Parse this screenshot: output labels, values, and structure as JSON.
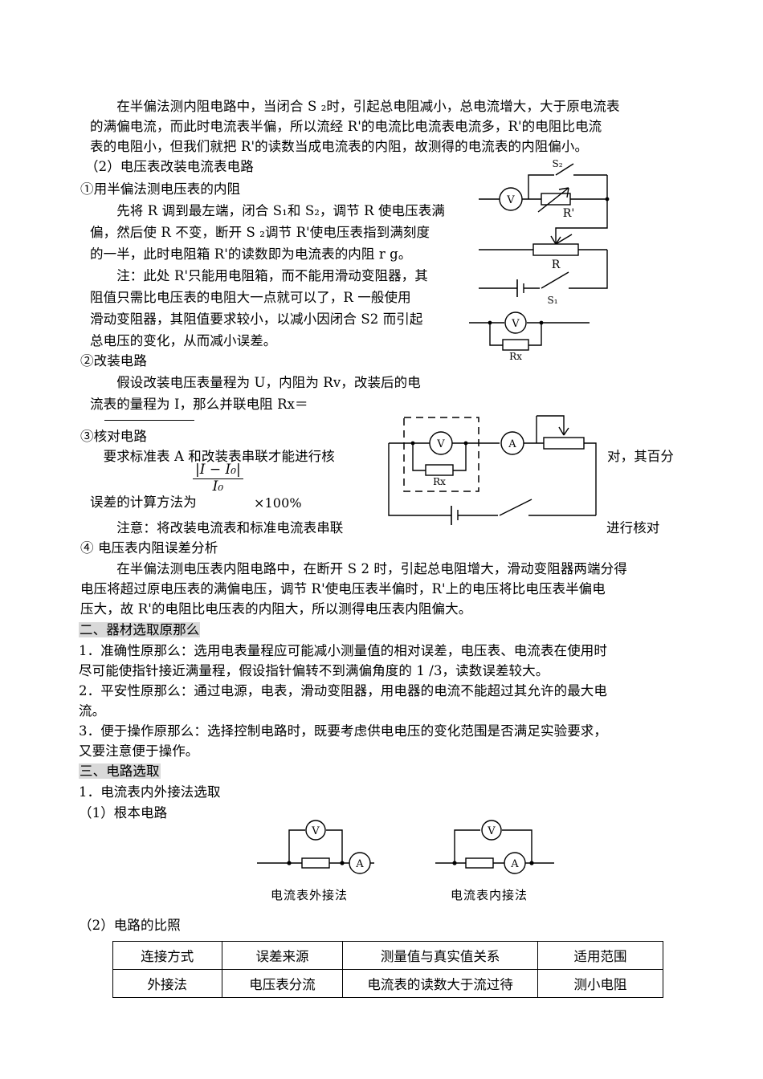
{
  "document": {
    "language": "zh-CN",
    "paragraphs": {
      "p1_l1": "　　在半偏法测内阻电路中，当闭合 S ₂时，引起总电阻减小，总电流增大，大于原电流表",
      "p1_l2": "的满偏电流，而此时电流表半偏，所以流经 R'的电流比电流表电流多，R'的电阻比电流",
      "p1_l3": "表的电阻小，但我们就把 R'的读数当成电流表的内阻，故测得的电流表的内阻偏小。",
      "h2_voltmeter_to_ammeter": "（2）电压表改装电流表电路",
      "item1_title": "①用半偏法测电压表的内阻",
      "item1_l1": "　　先将 R 调到最左端，闭合 S₁和 S₂，调节 R 使电压表满",
      "item1_l2": "偏，然后使 R 不变，断开 S ₂调节 R'使电压表指到满刻度",
      "item1_l3": "的一半，此时电阻箱 R'的读数即为电流表的内阻 r g。",
      "item1_l4": "　　注：此处 R'只能用电阻箱，而不能用滑动变阻器，其",
      "item1_l5": "阻值只需比电压表的电阻大一点就可以了，R 一般使用",
      "item1_l6": "滑动变阻器，其阻值要求较小，以减小因闭合 S2 而引起",
      "item1_l7": "总电压的变化，从而减小误差。",
      "item2_title": "②改装电路",
      "item2_l1": "　　假设改装电压表量程为 U，内阻为 Rv，改装后的电",
      "item2_l2": "流表的量程为 I，那么并联电阻 Rx＝",
      "item3_title": "③核对电路",
      "item3_l1": "　要求标准表 A 和改装表串联才能进行核",
      "item3_right": "对，其百分",
      "item3_l2_pre": "误差的计算方法为",
      "item3_l2_post": "×100%",
      "item3_note": "　　注意：将改装电流表和标准电流表串联",
      "item3_note_right": "进行核对",
      "item4_title": "④ 电压表内阻误差分析",
      "item4_l1": "　　在半偏法测电压表内阻电路中，在断开 S 2 时，引起总电阻增大，滑动变阻器两端分得",
      "item4_l2": "电压将超过原电压表的满偏电压，调节 R'使电压表半偏时，R'上的电压将比电压表半偏电",
      "item4_l3": "压大，故 R'的电阻比电压表的内阻大，所以测得电压表内阻偏大。",
      "sec2_heading": "二、器材选取原那么",
      "sec2_1_l1": "1．准确性原那么：选用电表量程应可能减小测量值的相对误差，电压表、电流表在使用时",
      "sec2_1_l2": "尽可能使指针接近满量程，假设指针偏转不到满偏角度的 1 /3，读数误差较大。",
      "sec2_2_l1": "2．平安性原那么：通过电源，电表，滑动变阻器，用电器的电流不能超过其允许的最大电",
      "sec2_2_l2": "流。",
      "sec2_3_l1": "3．便于操作原那么：选择控制电路时，既要考虑供电电压的变化范围是否满足实验要求，",
      "sec2_3_l2": "又要注意便于操作。",
      "sec3_heading": "三、电路选取",
      "sec3_1": "1．电流表内外接法选取",
      "sec3_1_1": "（1）根本电路",
      "sec3_1_2": "（2）电路的比照"
    },
    "formula": {
      "numerator": "|I − I₀|",
      "denominator": "I₀",
      "suffix": "×100%"
    }
  },
  "circuits": {
    "voltmeter_halfdeflection": {
      "labels": {
        "s2": "S₂",
        "s1": "S₁",
        "r_prime": "R'",
        "r": "R",
        "voltmeter": "V"
      }
    },
    "rx_parallel": {
      "labels": {
        "voltmeter": "V",
        "rx": "Rx"
      }
    },
    "calibration": {
      "labels": {
        "voltmeter": "V",
        "ammeter": "A",
        "rx": "Rx"
      }
    },
    "ammeter_external": {
      "caption": "电流表外接法",
      "labels": {
        "voltmeter": "V",
        "ammeter": "A"
      }
    },
    "ammeter_internal": {
      "caption": "电流表内接法",
      "labels": {
        "voltmeter": "V",
        "ammeter": "A"
      }
    }
  },
  "table": {
    "headers": [
      "连接方式",
      "误差来源",
      "测量值与真实值关系",
      "适用范围"
    ],
    "rows": [
      [
        "外接法",
        "电压表分流",
        "电流表的读数大于流过待",
        "测小电阻"
      ]
    ]
  }
}
